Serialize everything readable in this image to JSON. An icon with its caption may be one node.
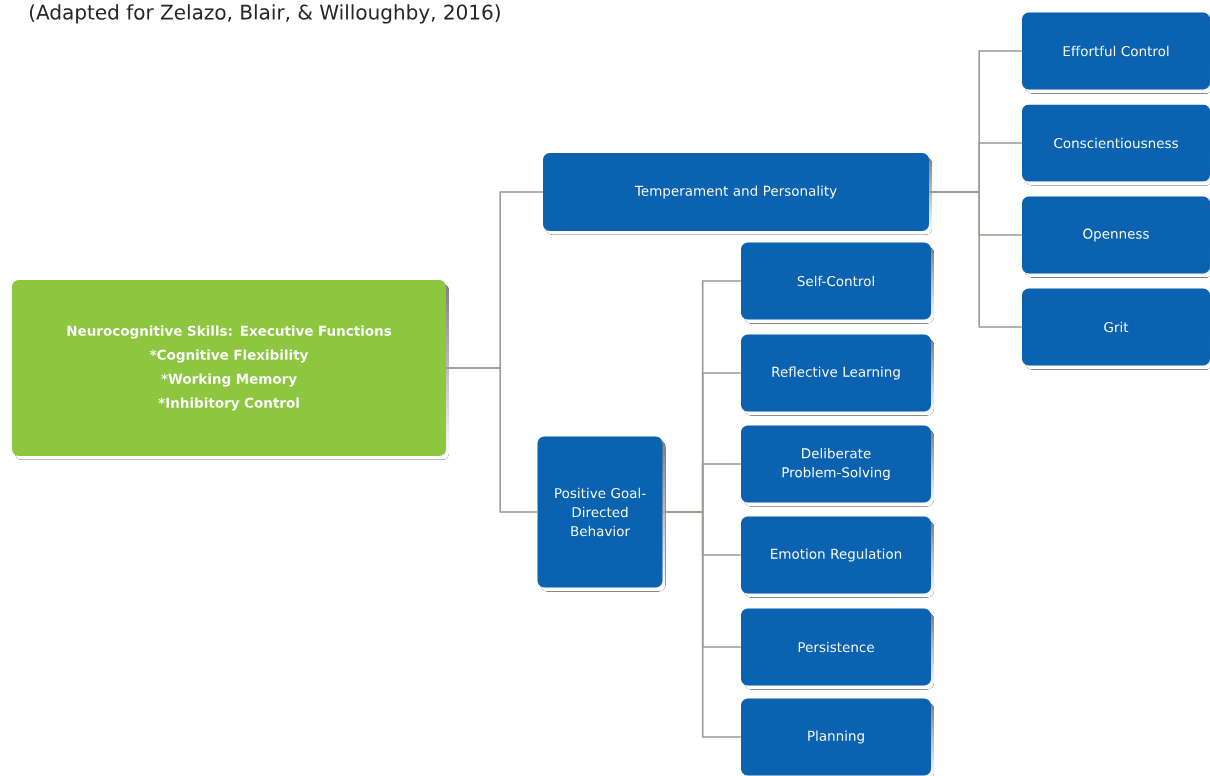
{
  "diagram": {
    "nodes": [
      {
        "text": [
          "Neurocognitive Skills: Executive Functions",
          "*Cognitive Flexibility",
          "*Working Memory",
          "*Inhibitory Control"
        ]
      },
      {
        "text": [
          "Temperament and Personality"
        ]
      },
      {
        "text": [
          "Positive Goal-Directed Behavior"
        ]
      },
      {
        "text": [
          "Self-Control"
        ]
      },
      {
        "text": [
          "Reflective Learning"
        ]
      },
      {
        "text": [
          "Deliberate Problem-Solving"
        ]
      },
      {
        "text": [
          "Emotion Regulation"
        ]
      },
      {
        "text": [
          "Persistence"
        ]
      },
      {
        "text": [
          "Planning"
        ]
      },
      {
        "text": [
          "Effortful Control"
        ]
      },
      {
        "text": [
          "Conscientiousness"
        ]
      },
      {
        "text": [
          "Openness"
        ]
      },
      {
        "text": [
          "Grit"
        ]
      }
    ],
    "edges": [
      {
        "from": 0,
        "to": 1,
        "arrow": "none"
      },
      {
        "from": 0,
        "to": 2,
        "arrow": "none"
      },
      {
        "from": 2,
        "to": 3,
        "arrow": "none"
      },
      {
        "from": 2,
        "to": 4,
        "arrow": "none"
      },
      {
        "from": 2,
        "to": 5,
        "arrow": "none"
      },
      {
        "from": 2,
        "to": 6,
        "arrow": "none"
      },
      {
        "from": 2,
        "to": 7,
        "arrow": "none"
      },
      {
        "from": 2,
        "to": 8,
        "arrow": "none"
      },
      {
        "from": 1,
        "to": 9,
        "arrow": "none"
      },
      {
        "from": 1,
        "to": 10,
        "arrow": "none"
      },
      {
        "from": 1,
        "to": 11,
        "arrow": "none"
      },
      {
        "from": 1,
        "to": 12,
        "arrow": "none"
      }
    ],
    "labels": [
      "(Adapted for Zelazo, Blair, & Willoughby, 2016)"
    ]
  }
}
